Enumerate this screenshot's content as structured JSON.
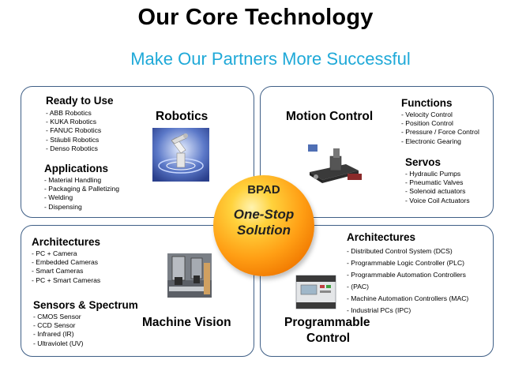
{
  "header": {
    "title": "Our Core Technology",
    "subtitle": "Make Our Partners More Successful"
  },
  "colors": {
    "subtitle": "#1fa9d8",
    "border": "#3f5f86",
    "center_orange": "#f07800"
  },
  "robotics": {
    "title": "Robotics",
    "ready_heading": "Ready to Use",
    "ready_items": [
      "ABB Robotics",
      "KUKA Robotics",
      "FANUC Robotics",
      "Stäubli Robotics",
      "Denso Robotics"
    ],
    "applications_heading": "Applications",
    "application_items": [
      "Material Handling",
      " Packaging & Palletizing",
      " Welding",
      "Dispensing"
    ]
  },
  "motion": {
    "title": "Motion  Control",
    "functions_heading": "Functions",
    "function_items": [
      "Velocity Control",
      " Position Control",
      " Pressure / Force Control",
      " Electronic Gearing"
    ],
    "servos_heading": "Servos",
    "servo_items": [
      " Hydraulic Pumps",
      " Pneumatic Valves",
      " Solenoid  actuators",
      " Voice Coil Actuators"
    ]
  },
  "vision": {
    "title": "Machine  Vision",
    "arch_heading": "Architectures",
    "arch_items": [
      " PC + Camera",
      " Embedded Cameras",
      " Smart Cameras",
      " PC + Smart Cameras"
    ],
    "sensors_heading": "Sensors & Spectrum",
    "sensor_items": [
      " CMOS Sensor",
      "  CCD Sensor",
      "  Infrared (IR)",
      "  Ultraviolet (UV)"
    ]
  },
  "programmable": {
    "title_line1": "Programmable",
    "title_line2": "Control",
    "arch_heading": "Architectures",
    "arch_items": [
      " Distributed Control System (DCS)",
      " Programmable Logic Controller (PLC)",
      "  Programmable  Automation Controllers",
      "(PAC)",
      "  Machine Automation Controllers (MAC)",
      "  Industrial PCs (IPC)"
    ]
  },
  "center": {
    "label": "BPAD",
    "tagline_line1": "One-Stop",
    "tagline_line2": "Solution"
  }
}
